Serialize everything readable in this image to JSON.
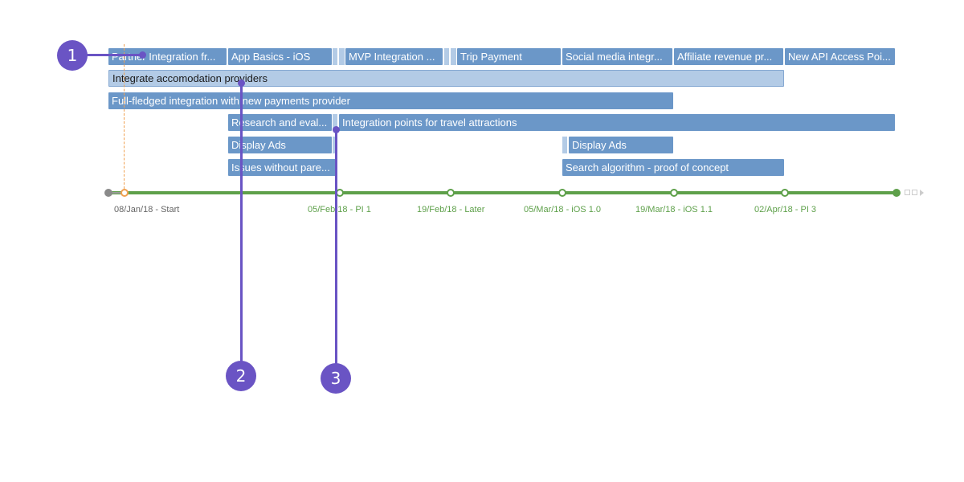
{
  "row1": {
    "partner": "Partner Integration fr...",
    "app_basics": "App Basics - iOS",
    "mvp": "MVP Integration ...",
    "trip_payment": "Trip Payment",
    "social": "Social media integr...",
    "affiliate": "Affiliate revenue pr...",
    "api": "New API Access Poi..."
  },
  "row2": {
    "accommodation": "Integrate accomodation providers"
  },
  "row3": {
    "payments": "Full-fledged integration with new payments provider"
  },
  "row4": {
    "research": "Research and eval...",
    "travel": "Integration points for travel attractions"
  },
  "row5": {
    "display_ads_1": "Display Ads",
    "display_ads_2": "Display Ads"
  },
  "row6": {
    "issues": "Issues without pare...",
    "search": "Search algorithm - proof of concept"
  },
  "timeline": {
    "start": "08/Jan/18 - Start",
    "pi1": "05/Feb/18 - PI 1",
    "later": "19/Feb/18 - Later",
    "ios10": "05/Mar/18 - iOS 1.0",
    "ios11": "19/Mar/18 - iOS 1.1",
    "pi3": "02/Apr/18 - PI 3"
  },
  "callouts": {
    "one": "1",
    "two": "2",
    "three": "3"
  },
  "colors": {
    "bar": "#6b97c8",
    "bar_light": "#b3cbe6",
    "timeline": "#5ea04a",
    "today": "#f0a050",
    "callout": "#6a54c4"
  }
}
